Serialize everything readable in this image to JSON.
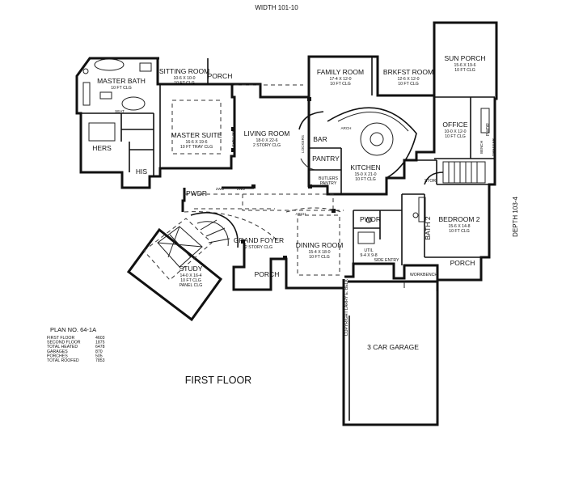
{
  "header": {
    "width": "WIDTH 101-10",
    "depth": "DEPTH 103-4"
  },
  "floor_title": "FIRST FLOOR",
  "copyright": "COPYRIGHT LARRY E. BELK",
  "plan": {
    "number": "PLAN NO. 64-1A",
    "areas": [
      {
        "label": "FIRST FLOOR",
        "value": "4603"
      },
      {
        "label": "SECOND FLOOR",
        "value": "1875"
      },
      {
        "label": "TOTAL HEATED",
        "value": "6478"
      },
      {
        "label": "GARAGES",
        "value": "870"
      },
      {
        "label": "PORCHES",
        "value": "505"
      },
      {
        "label": "TOTAL ROOFED",
        "value": "7853"
      }
    ]
  },
  "rooms": {
    "master_bath": {
      "name": "MASTER BATH",
      "d1": "10 FT CLG"
    },
    "sitting": {
      "name": "SITTING ROOM",
      "d1": "10-6 X 10-0",
      "d2": "10 FT CLG"
    },
    "porch_master": {
      "name": "PORCH"
    },
    "family": {
      "name": "FAMILY ROOM",
      "d1": "17-4 X 12-0",
      "d2": "10 FT CLG"
    },
    "brkfst": {
      "name": "BRKFST ROOM",
      "d1": "12-6 X 12-0",
      "d2": "10 FT CLG"
    },
    "sun": {
      "name": "SUN PORCH",
      "d1": "15-6 X 19-6",
      "d2": "10 FT CLG"
    },
    "master_suite": {
      "name": "MASTER SUITE",
      "d1": "16-6 X 19-6",
      "d2": "10 FT TRAY CLG"
    },
    "living": {
      "name": "LIVING ROOM",
      "d1": "18-0 X 22-6",
      "d2": "2 STORY CLG"
    },
    "office": {
      "name": "OFFICE",
      "d1": "10-0 X 12-0",
      "d2": "10 FT CLG"
    },
    "hers": {
      "name": "HERS"
    },
    "his": {
      "name": "HIS"
    },
    "bar": {
      "name": "BAR"
    },
    "pantry": {
      "name": "PANTRY"
    },
    "butlers": {
      "name": "BUTLERS",
      "d1": "PANTRY"
    },
    "kitchen": {
      "name": "KITCHEN",
      "d1": "15-0 X 21-0",
      "d2": "10 FT CLG"
    },
    "pwdr_office": {
      "name": "PWDR"
    },
    "stor": {
      "name": "STOR"
    },
    "pwdr_living": {
      "name": "PWDR"
    },
    "pwdr_util": {
      "name": "PWDR"
    },
    "bedroom2": {
      "name": "BEDROOM 2",
      "d1": "15-6 X 14-8",
      "d2": "10 FT CLG"
    },
    "bath2": {
      "name": "BATH 2"
    },
    "grand_foyer": {
      "name": "GRAND FOYER",
      "d1": "2 STORY CLG"
    },
    "dining": {
      "name": "DINING ROOM",
      "d1": "15-4 X 18-0",
      "d2": "10 FT CLG"
    },
    "util": {
      "name": "UTIL",
      "d1": "9-4 X 9-8"
    },
    "study": {
      "name": "STUDY",
      "d1": "14-0 X 16-4",
      "d2": "10 FT CLG",
      "d3": "PANEL CLG"
    },
    "porch_front": {
      "name": "PORCH"
    },
    "side_entry": {
      "name": "SIDE ENTRY"
    },
    "porch_bed": {
      "name": "PORCH"
    },
    "workbench": {
      "name": "WORKBENCH"
    },
    "garage": {
      "name": "3 CAR GARAGE"
    }
  },
  "labels": {
    "seat": "SEAT",
    "shelves": "2 SHELVES",
    "lockers": "LOCKERS",
    "arch_kitchen": "ARCH",
    "arch_foyer": "ARCH",
    "bench": "BENCH",
    "dresser": "DRESSER",
    "two_wd": "2WD",
    "two_wd_b": "2WD"
  }
}
